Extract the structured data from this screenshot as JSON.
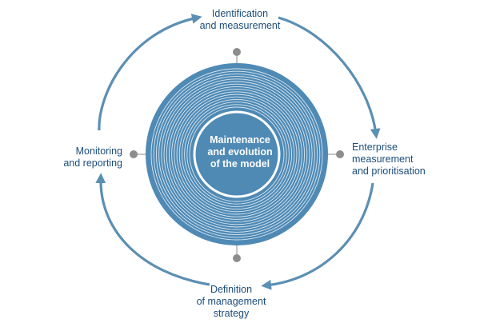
{
  "colors": {
    "arrow": "#5b8fb3",
    "disk": "#4f8ab5",
    "ring_line": "#d8e6f0",
    "connector": "#8a8a8a",
    "dot": "#8d8d8d",
    "label_text": "#1d4d7a",
    "center_text": "#ffffff"
  },
  "center": {
    "lines": [
      "Maintenance",
      "and evolution",
      "of the model"
    ]
  },
  "stages": {
    "top": {
      "lines": [
        "Identification",
        "and measurement"
      ]
    },
    "right": {
      "lines": [
        "Enterprise",
        "measurement",
        "and prioritisation"
      ]
    },
    "bottom": {
      "lines": [
        "Definition",
        "of management",
        "strategy"
      ]
    },
    "left": {
      "lines": [
        "Monitoring",
        "and reporting"
      ]
    }
  }
}
